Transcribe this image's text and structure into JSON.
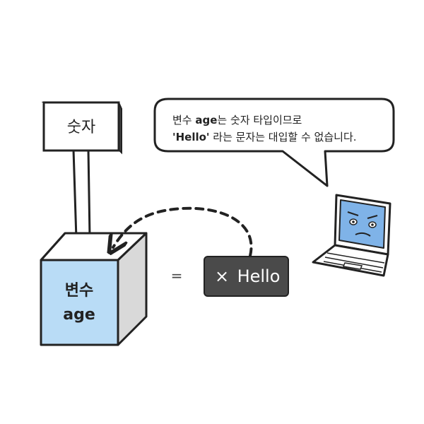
{
  "sign": {
    "label": "숫자"
  },
  "variable_box": {
    "line1": "변수",
    "line2": "age"
  },
  "equals": "=",
  "value_box": {
    "mark": "×",
    "text": "Hello"
  },
  "speech": {
    "line1_prefix": "변수 ",
    "line1_keyword": "age",
    "line1_suffix": "는 숫자 타입이므로",
    "line2_quoted": "'Hello'",
    "line2_suffix": " 라는 문자는 대입할 수 없습니다."
  },
  "colors": {
    "box_front": "#b9dcf6",
    "box_side": "#d9d9d9",
    "value_bg": "#4a4a4a",
    "screen": "#7fb3e8"
  },
  "icons": {
    "laptop": "angry-laptop-icon",
    "arrow": "dashed-curved-arrow-icon"
  }
}
